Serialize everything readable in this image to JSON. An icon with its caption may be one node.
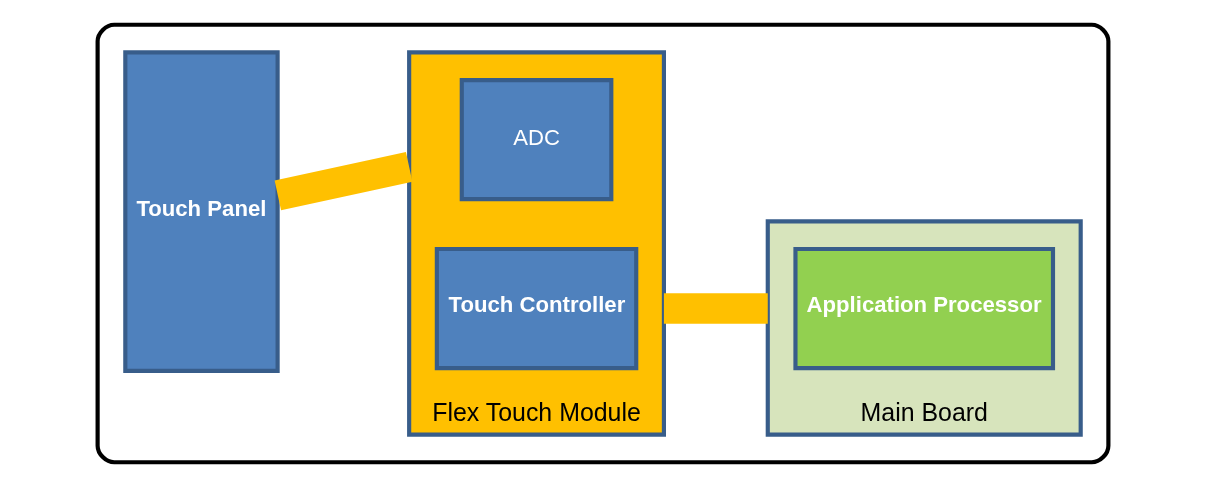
{
  "diagram": {
    "nodes": [
      {
        "text": [],
        "shape": "box"
      },
      {
        "text": [
          "Touch Panel"
        ],
        "in": 0
      },
      {
        "text": [
          "Flex Touch Module"
        ],
        "in": 0
      },
      {
        "text": [
          "ADC"
        ],
        "in": 2
      },
      {
        "text": [
          "Touch Controller"
        ],
        "in": 2
      },
      {
        "text": [
          "Main Board"
        ],
        "in": 0
      },
      {
        "text": [
          "Application Processor"
        ],
        "in": 5
      }
    ],
    "edges": [
      {
        "from": 1,
        "to": 2,
        "arrow": "none"
      },
      {
        "from": 2,
        "to": 5,
        "arrow": "none"
      }
    ]
  }
}
